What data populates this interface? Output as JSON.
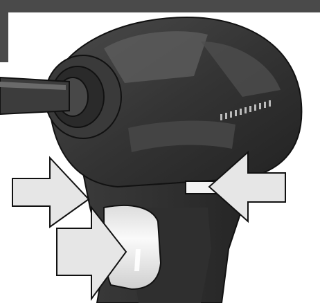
{
  "figure": {
    "subject": "impact-driver",
    "callouts": [
      {
        "id": "left-upper-arrow",
        "points_to": "trigger-top",
        "icon": "arrow-right-icon"
      },
      {
        "id": "left-lower-arrow",
        "points_to": "trigger",
        "icon": "arrow-right-icon"
      },
      {
        "id": "right-arrow",
        "points_to": "direction-switch",
        "icon": "arrow-left-icon"
      }
    ]
  },
  "colors": {
    "background": "#ffffff",
    "frame": "#4a4a4a",
    "tool_dark": "#2b2b2b",
    "tool_mid": "#3d3d3d",
    "tool_light": "#5a5a5a",
    "trigger": "#f2f2f2",
    "arrow_fill": "#e6e6e6",
    "arrow_stroke": "#111111"
  }
}
